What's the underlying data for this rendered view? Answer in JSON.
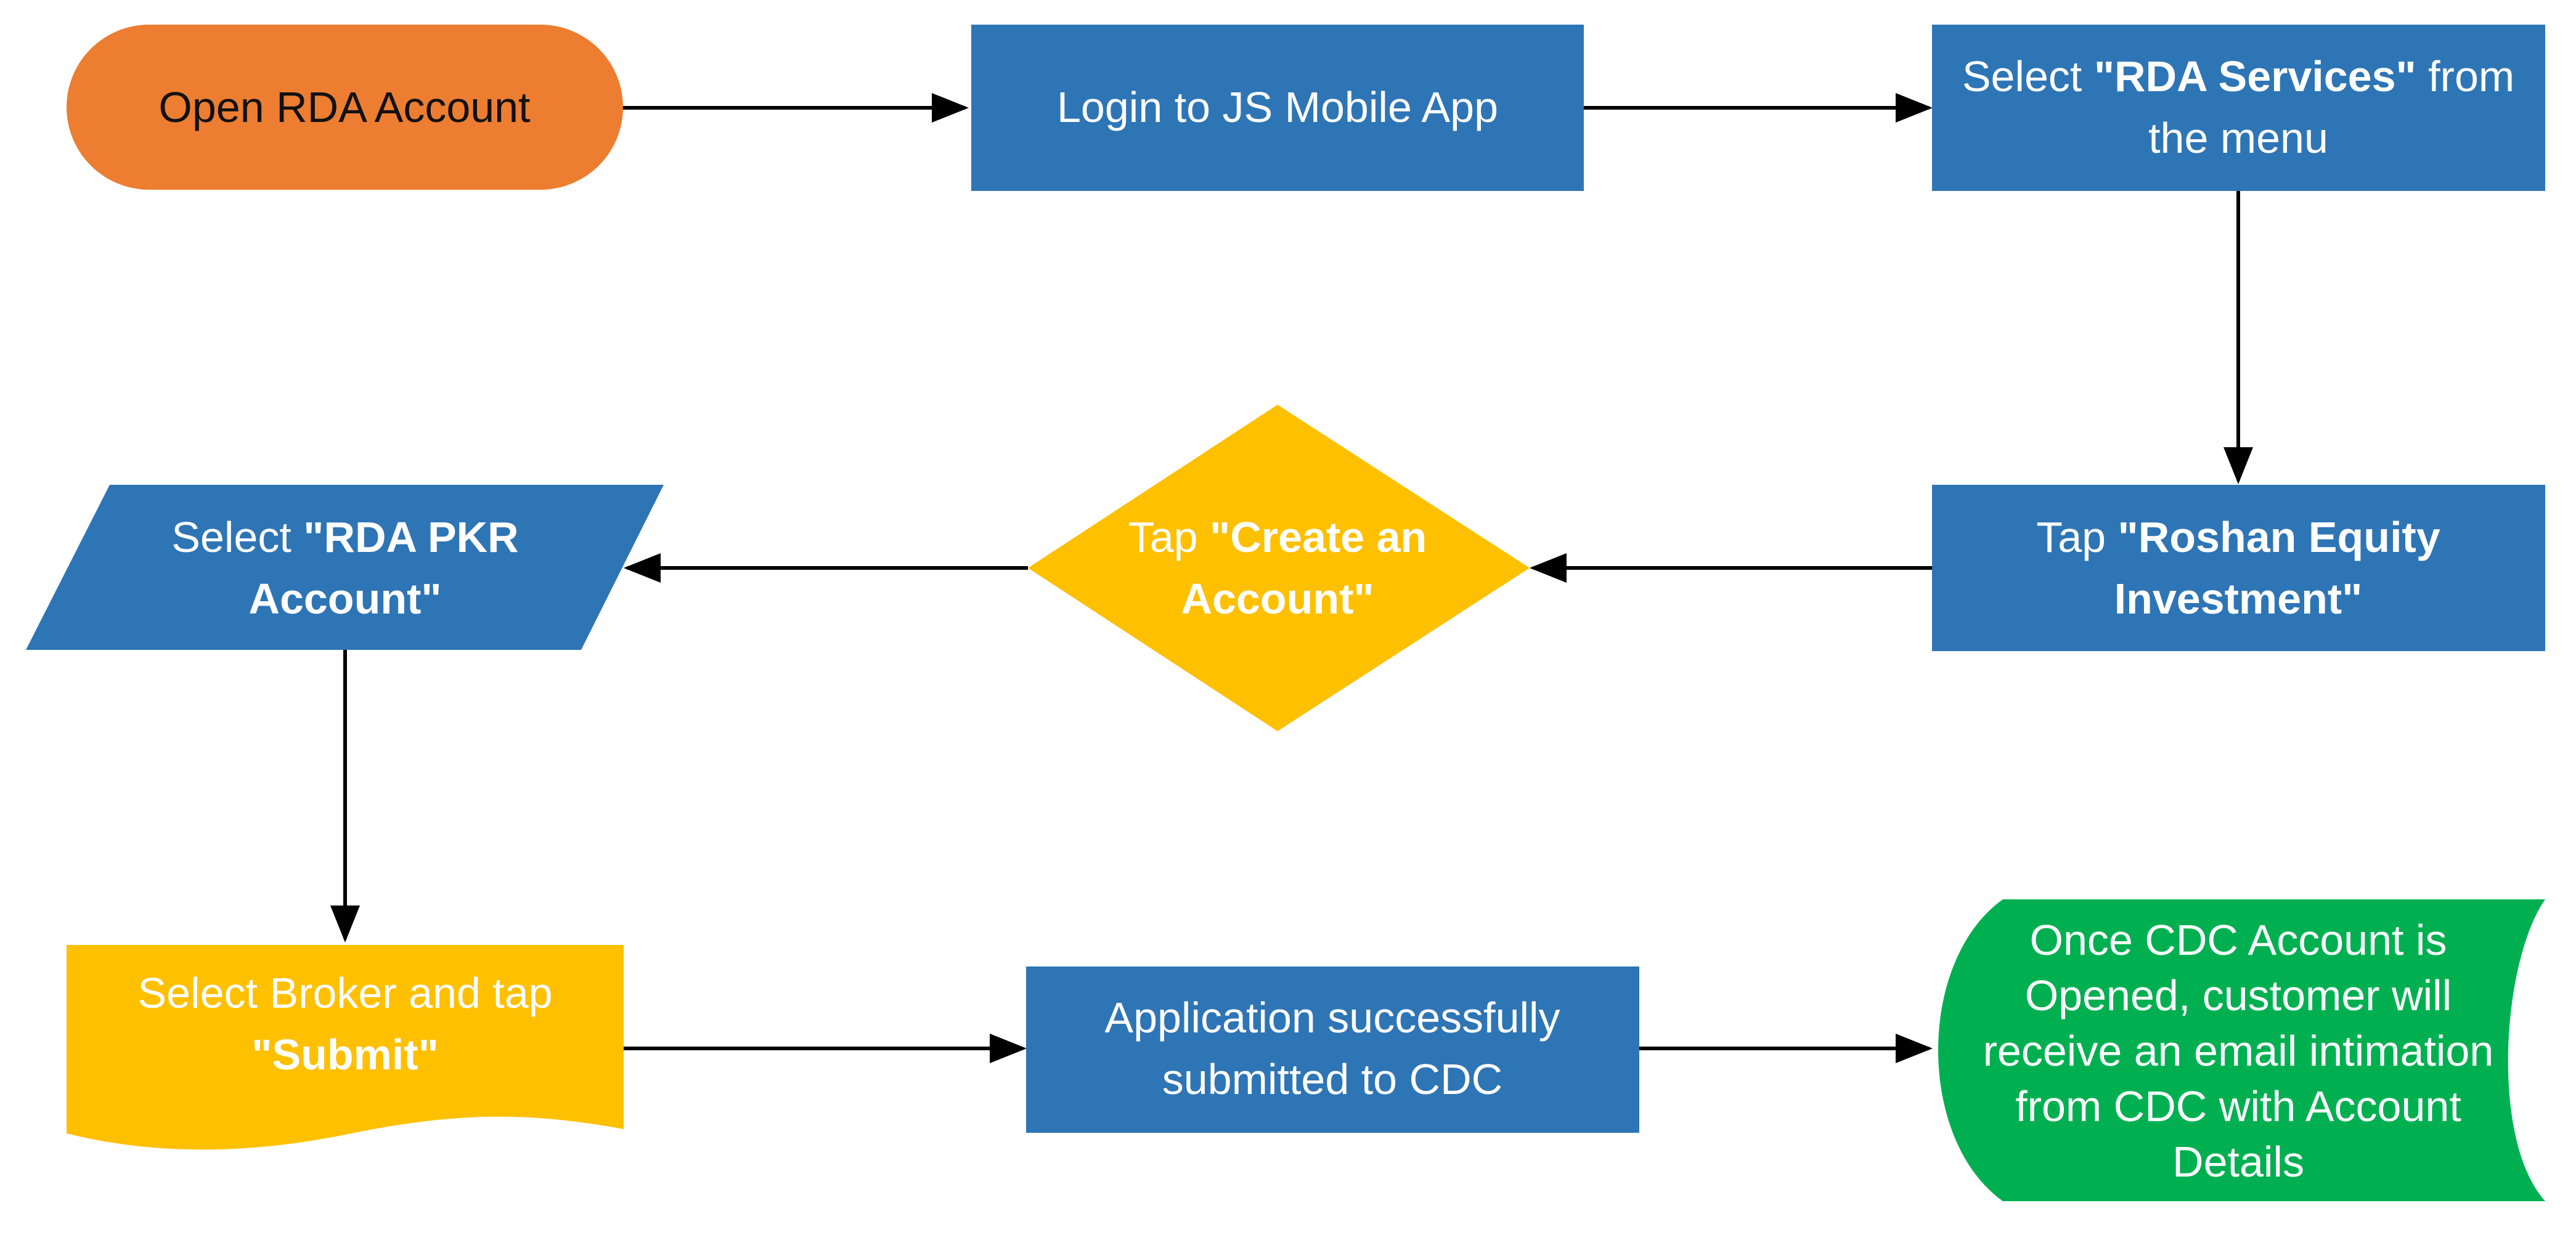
{
  "colors": {
    "start": "#ED7D31",
    "process": "#2E75B6",
    "decision": "#FFC000",
    "document": "#FFC000",
    "end": "#00B050",
    "connector": "#000000"
  },
  "nodes": {
    "open_rda": {
      "text": "Open RDA Account"
    },
    "login": {
      "text": "Login to JS Mobile App"
    },
    "select_services": {
      "line1_prefix": "Select ",
      "line1_bold": "\"RDA Services\"",
      "line1_suffix": " from",
      "line2": "the menu"
    },
    "tap_roshan": {
      "line1_prefix": "Tap ",
      "line1_bold": "\"Roshan Equity",
      "line2_bold": "Investment\""
    },
    "tap_create": {
      "line1_prefix": "Tap ",
      "line1_bold": "\"Create an",
      "line2_bold": "Account\""
    },
    "select_pkr": {
      "line1_prefix": "Select ",
      "line1_bold": "\"RDA PKR",
      "line2_bold": "Account\""
    },
    "select_broker": {
      "line1": "Select Broker and tap",
      "line2_bold": "\"Submit\""
    },
    "application_submitted": {
      "line1": "Application successfully",
      "line2": "submitted to CDC"
    },
    "cdc_opened": {
      "lines": [
        "Once CDC Account is",
        "Opened, customer will",
        "receive an email intimation",
        "from CDC with Account",
        "Details"
      ]
    }
  }
}
